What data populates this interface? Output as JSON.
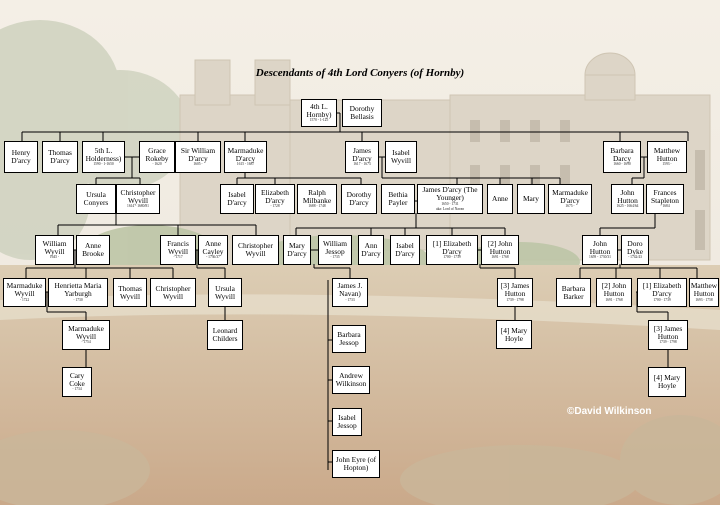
{
  "title": "Descendants of 4th Lord Conyers (of Hornby)",
  "credit": "©David Wilkinson",
  "people": {
    "lord4": {
      "name": "4th L. Hornby)",
      "dates": "1570 - 1-125"
    },
    "dorothyB": {
      "name": "Dorothy Bellasis",
      "dates": ""
    },
    "henry": {
      "name": "Henry D'arcy",
      "dates": ""
    },
    "thomas1": {
      "name": "Thomas D'arcy",
      "dates": ""
    },
    "l5": {
      "name": "5th L. Holderness)",
      "dates": "1590 - 1-1650"
    },
    "grace": {
      "name": "Grace Rokeby",
      "dates": "- 1620"
    },
    "sirwm": {
      "name": "Sir William D'arcy",
      "dates": "1605 -"
    },
    "marmA": {
      "name": "Marmaduke D'arcy",
      "dates": "1615 - 1687"
    },
    "james1": {
      "name": "James D'arcy",
      "dates": "1617 - 1673"
    },
    "isabelW": {
      "name": "Isabel Wyvill",
      "dates": ""
    },
    "barbaraD": {
      "name": "Barbara Darcy",
      "dates": "1660 - 1690"
    },
    "matthewH1": {
      "name": "Matthew Hutton",
      "dates": "1593 -"
    },
    "ursulaC": {
      "name": "Ursula Conyers",
      "dates": ""
    },
    "christW1": {
      "name": "Christopher Wyvill",
      "dates": "1614 - 1680/81"
    },
    "isabelD": {
      "name": "Isabel D'arcy",
      "dates": ""
    },
    "elizD1": {
      "name": "Elizabeth D'arcy",
      "dates": "- 1728"
    },
    "ralph": {
      "name": "Ralph Milbanke",
      "dates": "1688 - 1748"
    },
    "dorothyD": {
      "name": "Dorothy D'arcy",
      "dates": ""
    },
    "bethia": {
      "name": "Bethia Payler",
      "dates": ""
    },
    "jamesY": {
      "name": "James D'arcy (The Younger)",
      "dates": "1650 - 1731",
      "aka": "aka: Lord of Navan"
    },
    "anne1": {
      "name": "Anne",
      "dates": ""
    },
    "mary1": {
      "name": "Mary",
      "dates": ""
    },
    "marmB": {
      "name": "Marmaduke D'arcy",
      "dates": "1675 -"
    },
    "johnH1": {
      "name": "John Hutton",
      "dates": "1625 - 1664/64"
    },
    "francesS": {
      "name": "Frances Stapleton",
      "dates": "- 1684"
    },
    "williamW": {
      "name": "William Wyvill",
      "dates": "1645 -"
    },
    "anneB": {
      "name": "Anne Brooke",
      "dates": ""
    },
    "francisW": {
      "name": "Francis Wyvill",
      "dates": "- 1717"
    },
    "anneC": {
      "name": "Anne Cayley",
      "dates": "- 1736/37"
    },
    "christW2": {
      "name": "Christopher Wyvill",
      "dates": ""
    },
    "maryD": {
      "name": "Mary D'arcy",
      "dates": ""
    },
    "williamJ": {
      "name": "William Jessop",
      "dates": "- 1735"
    },
    "anneD": {
      "name": "Ann D'arcy",
      "dates": ""
    },
    "isabelD2": {
      "name": "Isabel D'arcy",
      "dates": ""
    },
    "elizD2": {
      "name": "[1] Elizabeth D'arcy",
      "dates": "1700 - 1739"
    },
    "johnH2": {
      "name": "[2] John Hutton",
      "dates": "1691 - 1768"
    },
    "johnH3": {
      "name": "John Hutton",
      "dates": "1659 - 1730/31"
    },
    "doroD": {
      "name": "Doro Dyke",
      "dates": "- 1742/43"
    },
    "marmW1": {
      "name": "Marmaduke Wyvill",
      "dates": "- 1722"
    },
    "henriettaY": {
      "name": "Henrietta Maria Yarburgh",
      "dates": "- 1730"
    },
    "thomasW": {
      "name": "Thomas Wyvill",
      "dates": ""
    },
    "christW3": {
      "name": "Christopher Wyvill",
      "dates": ""
    },
    "ursulaW": {
      "name": "Ursula Wyvill",
      "dates": ""
    },
    "jamesJ": {
      "name": "James J. Navan)",
      "dates": "- 1733"
    },
    "jamesH3": {
      "name": "[3] James Hutton",
      "dates": "1739 - 1798"
    },
    "barbaraB": {
      "name": "Barbara Barker",
      "dates": ""
    },
    "johnH4": {
      "name": "[2] John Hutton",
      "dates": "1691 - 1768"
    },
    "elizD3": {
      "name": "[1] Elizabeth D'arcy",
      "dates": "1700 - 1739"
    },
    "matthewH2": {
      "name": "Matthew Hutton",
      "dates": "1693 - 1758"
    },
    "marmW2": {
      "name": "Marmaduke Wyvill",
      "dates": "- 1754"
    },
    "leonard": {
      "name": "Leonard Childers",
      "dates": ""
    },
    "barbaraJ": {
      "name": "Barbara Jessop",
      "dates": ""
    },
    "maryH1": {
      "name": "[4] Mary Hoyle",
      "dates": ""
    },
    "jamesH4": {
      "name": "[3] James Hutton",
      "dates": "1739 - 1798"
    },
    "cary": {
      "name": "Cary Coke",
      "dates": "- 1734"
    },
    "andrew": {
      "name": "Andrew Wilkinson",
      "dates": ""
    },
    "maryH2": {
      "name": "[4] Mary Hoyle",
      "dates": ""
    },
    "isabelJ": {
      "name": "Isabel Jessop",
      "dates": ""
    },
    "johnE": {
      "name": "John Eyre (of Hopton)",
      "dates": ""
    }
  }
}
